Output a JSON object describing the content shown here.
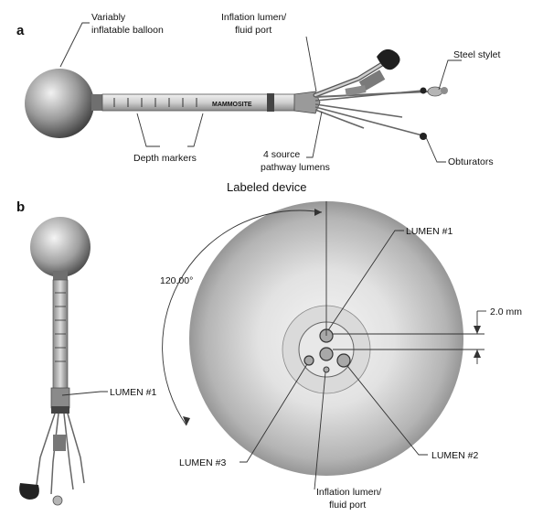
{
  "panel_a": {
    "letter": "a",
    "labels": {
      "balloon": [
        "Variably",
        "inflatable balloon"
      ],
      "inflation": [
        "Inflation lumen/",
        "fluid port"
      ],
      "stylet": [
        "Steel stylet"
      ],
      "depth": [
        "Depth markers"
      ],
      "pathways": [
        "4 source",
        "pathway lumens"
      ],
      "obturators": [
        "Obturators"
      ]
    },
    "shaft_brand": "MAMMOSITE",
    "caption": "Labeled device"
  },
  "panel_b": {
    "letter": "b",
    "labels": {
      "lumen1_left": "LUMEN #1",
      "lumen1": "LUMEN #1",
      "angle": "120.00°",
      "dimension": "2.0 mm",
      "lumen3": "LUMEN #3",
      "lumen2": "LUMEN #2",
      "inflation": [
        "Inflation lumen/",
        "fluid port"
      ]
    }
  }
}
